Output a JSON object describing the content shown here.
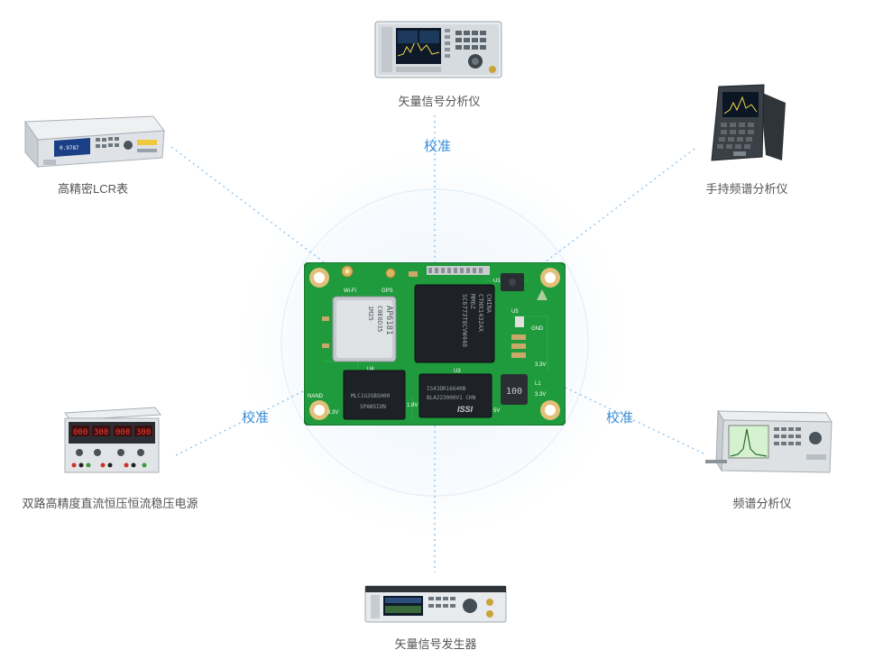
{
  "instruments": {
    "top": {
      "label": "矢量信号分析仪"
    },
    "top_left": {
      "label": "高精密LCR表"
    },
    "top_right": {
      "label": "手持频谱分析仪"
    },
    "bottom_left": {
      "label": "双路高精度直流恒压恒流稳压电源"
    },
    "bottom_right": {
      "label": "频谱分析仪"
    },
    "bottom": {
      "label": "矢量信号发生器"
    }
  },
  "calibration": {
    "top": "校准",
    "left": "校准",
    "right": "校准"
  },
  "board": {
    "wifi_label": "Wi-Fi",
    "gps_label": "GPS",
    "rf_module_text": "AP6181",
    "rf_module_sub": "C0E6D35",
    "rf_module_code": "1M25",
    "soc_text": "SC6773T8CVW448",
    "soc_sub": "MM6Z",
    "soc_code": "CTHX1432AX",
    "soc_origin": "CHINA",
    "nand_label": "NAND",
    "nand_chip_text": "MLC1G2GBSH00",
    "nand_chip_sub": "SPANSION",
    "ram_chip_brand": "ISSI",
    "ram_chip_text": "IS43DR16640B",
    "ram_chip_sub": "BLA223000V1 CHN",
    "inductor_value": "100",
    "u1": "U1",
    "u3": "U3",
    "u4": "U4",
    "u5": "U5",
    "l1": "L1",
    "gnd": "GND",
    "v33_a": "3.3V",
    "v33_b": "3.3V",
    "v33_c": "3.3V",
    "v18": "1.8V",
    "v5": "5V"
  },
  "colors": {
    "accent": "#3b8fd8",
    "pcb": "#1f9a3c",
    "dotted_line": "#8ec4f0"
  }
}
